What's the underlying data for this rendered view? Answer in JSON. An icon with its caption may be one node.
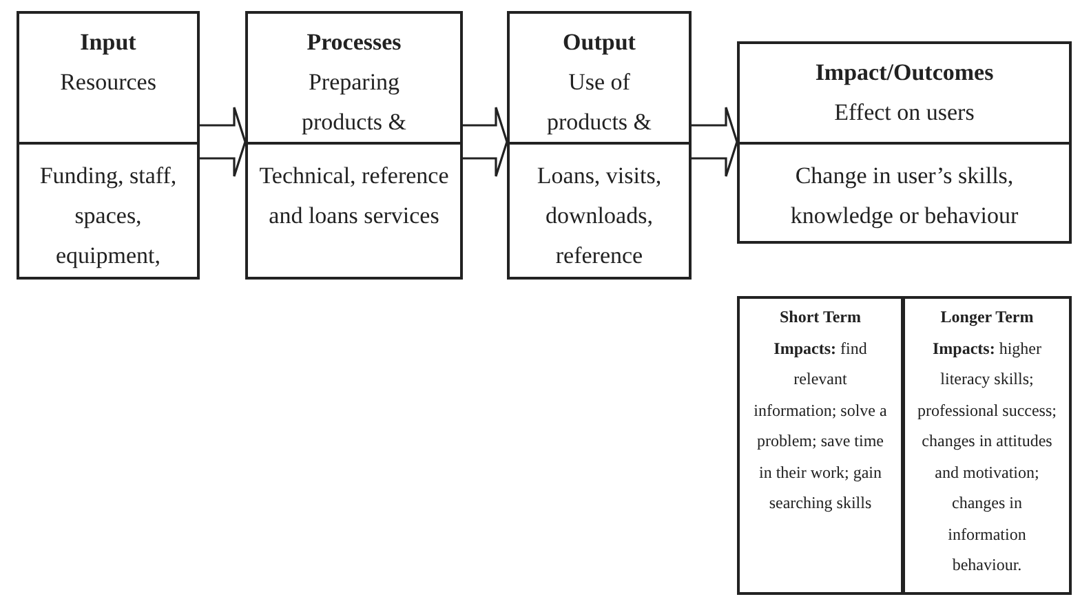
{
  "diagram": {
    "nodes": [
      {
        "text": [
          "Input",
          "Resources",
          "Funding, staff, spaces, equipment,"
        ]
      },
      {
        "text": [
          "Processes",
          "Preparing products &",
          "Technical, reference and loans services"
        ]
      },
      {
        "text": [
          "Output",
          "Use of products &",
          "Loans, visits, downloads, reference"
        ]
      },
      {
        "text": [
          "Impact/Outcomes",
          "Effect on users",
          "Change in user’s skills, knowledge or behaviour"
        ]
      },
      {
        "text": [
          "**Short Term Impacts:** find relevant information; solve a problem; save time in their work; gain searching skills"
        ]
      },
      {
        "text": [
          "**Longer Term Impacts:** higher literacy skills; professional success; changes in attitudes and motivation; changes in information behaviour."
        ]
      }
    ],
    "edges": [
      {
        "from": 0,
        "to": 1,
        "arrow": "to"
      },
      {
        "from": 1,
        "to": 2,
        "arrow": "to"
      },
      {
        "from": 2,
        "to": 3,
        "arrow": "to"
      }
    ]
  }
}
